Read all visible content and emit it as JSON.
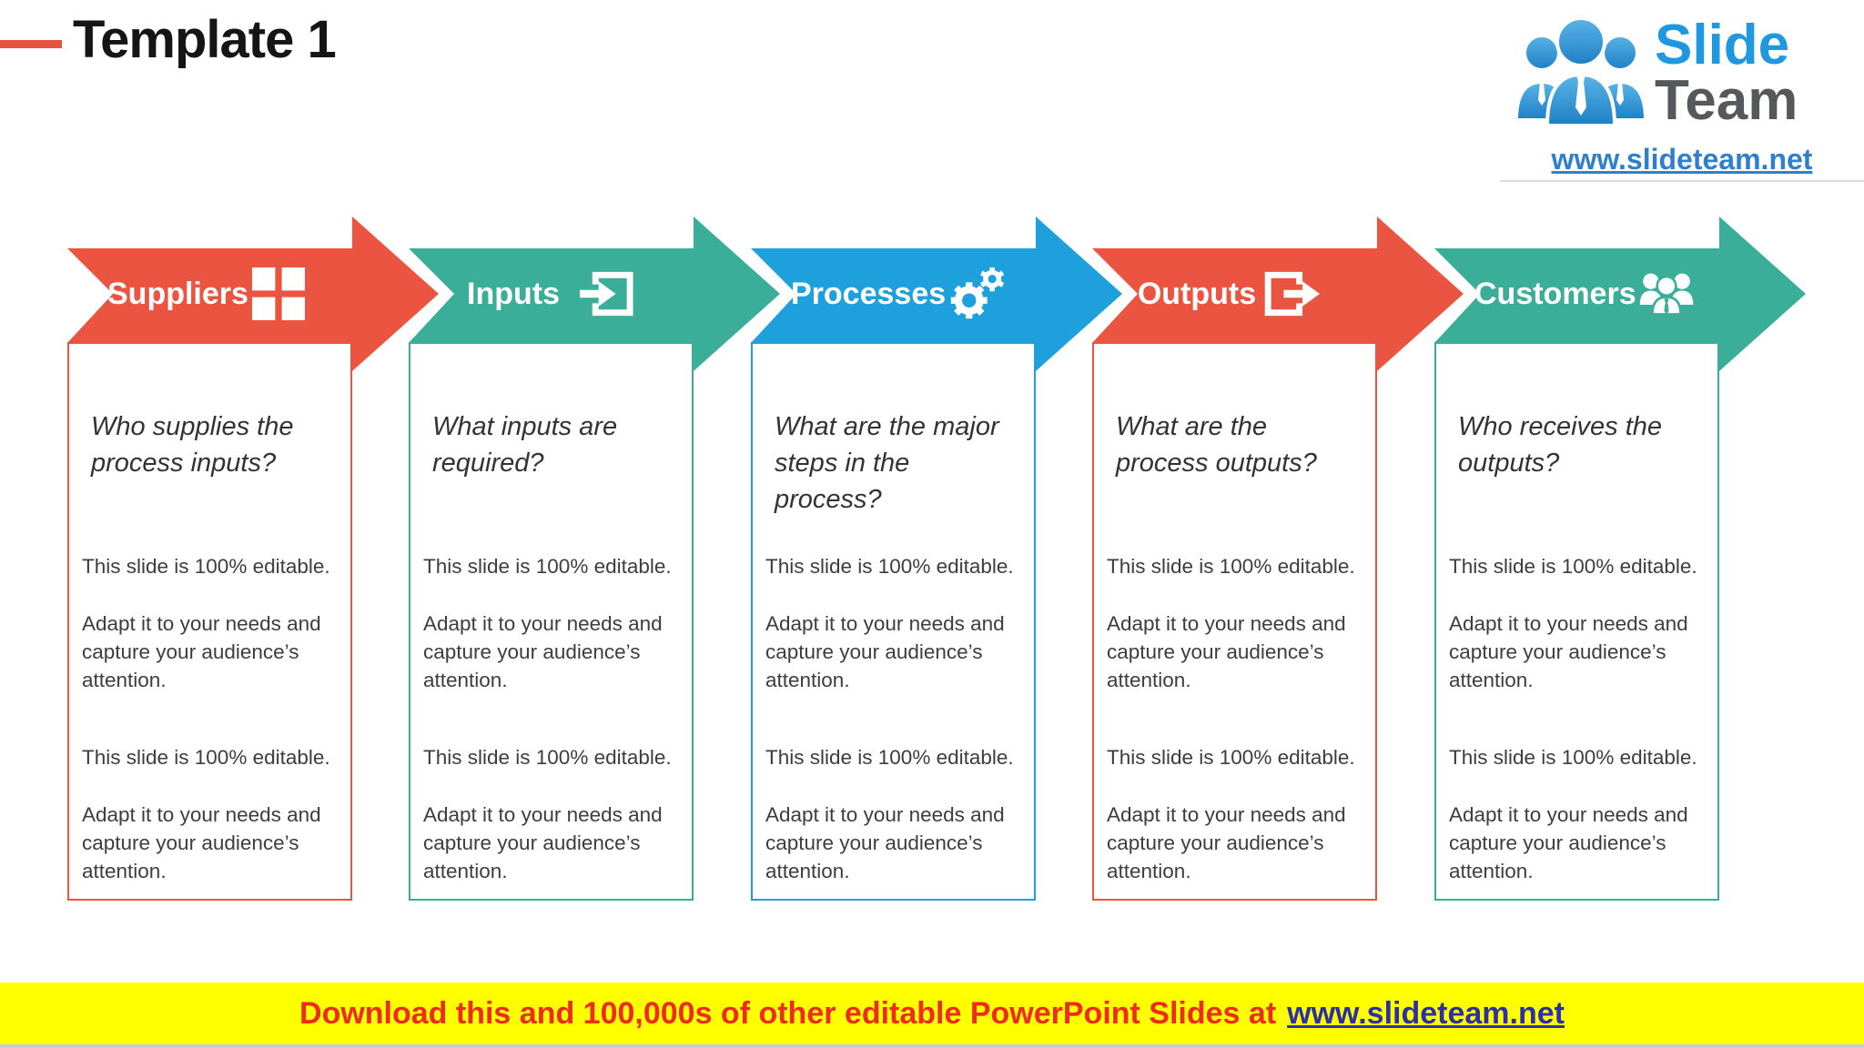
{
  "header": {
    "title": "Template 1"
  },
  "logo": {
    "brand_top": "Slide",
    "brand_bottom": "Team",
    "url": "www.slideteam.net",
    "brand_top_color": "#1F98DF",
    "brand_bottom_color": "#57585B",
    "people_color": "#3D9BDC"
  },
  "stages": [
    {
      "label": "Suppliers",
      "icon": "grid-icon",
      "color": "#EB5440",
      "question": "Who supplies the\nprocess inputs?"
    },
    {
      "label": "Inputs",
      "icon": "enter-icon",
      "color": "#3BAE99",
      "question": "What inputs are\nrequired?"
    },
    {
      "label": "Processes",
      "icon": "gears-icon",
      "color": "#1EA0DD",
      "question": "What are the major\nsteps in the process?"
    },
    {
      "label": "Outputs",
      "icon": "exit-icon",
      "color": "#EB5440",
      "question": "What are the\nprocess outputs?"
    },
    {
      "label": "Customers",
      "icon": "people-icon",
      "color": "#3BAE99",
      "question": "Who receives the\noutputs?"
    }
  ],
  "common": {
    "editable_line": "This slide is 100% editable.",
    "adapt_line": "Adapt it to your needs and\ncapture your audience’s\nattention."
  },
  "footer": {
    "promo_text": "Download this and 100,000s of other editable PowerPoint Slides at",
    "promo_link": "www.slideteam.net",
    "background": "#FFFF00",
    "text_color": "#EE2B1C",
    "link_color": "#2B2FA8"
  }
}
